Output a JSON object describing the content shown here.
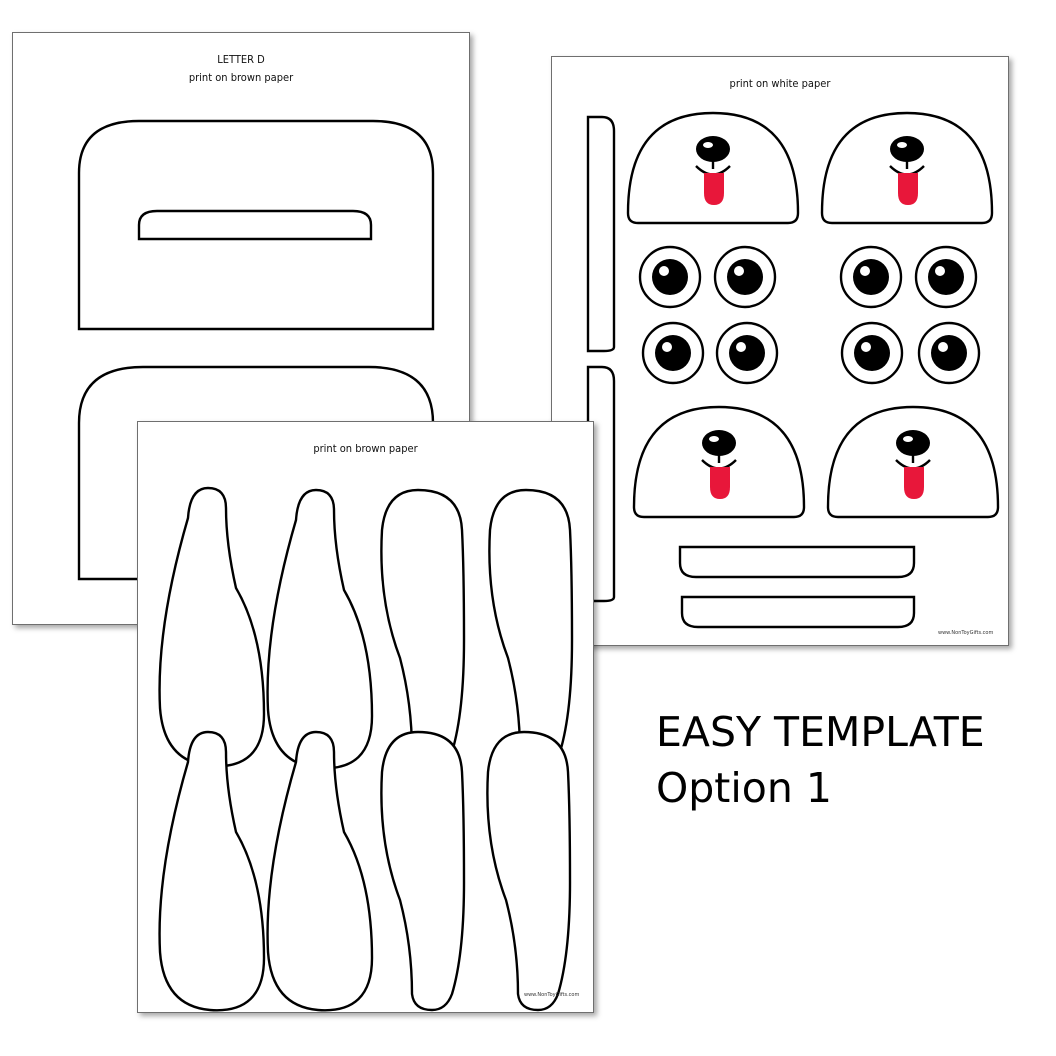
{
  "sheets": {
    "letter": {
      "title": "LETTER D",
      "subtitle": "print on brown paper"
    },
    "face": {
      "subtitle": "print on white paper",
      "footer": "www.NonToyGifts.com"
    },
    "ears": {
      "subtitle": "print on brown paper",
      "footer": "www.NonToyGifts.com"
    }
  },
  "caption": {
    "line1": "EASY TEMPLATE",
    "line2": "Option 1"
  },
  "colors": {
    "outline": "#000000",
    "tongue": "#e8173a",
    "paper": "#ffffff"
  },
  "icons": [
    "dog-face-icon",
    "googly-eye-icon",
    "dog-ear-icon"
  ]
}
